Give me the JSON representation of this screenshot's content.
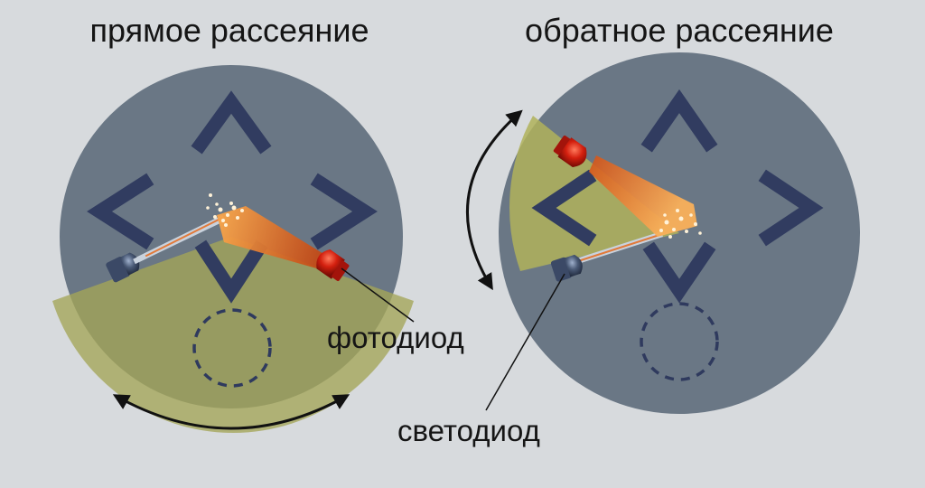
{
  "titles": {
    "forward": "прямое рассеяние",
    "backward": "обратное рассеяние"
  },
  "labels": {
    "photodiode": "фотодиод",
    "led": "светодиод"
  },
  "colors": {
    "background": "#d7dadd",
    "disc": "#6a7785",
    "chevron": "#313c60",
    "sector": "#9c9f55",
    "led_blue": "#4a5a76",
    "photodiode_red": "#c81e12",
    "beam": "#e06a1c",
    "text": "#151515"
  }
}
